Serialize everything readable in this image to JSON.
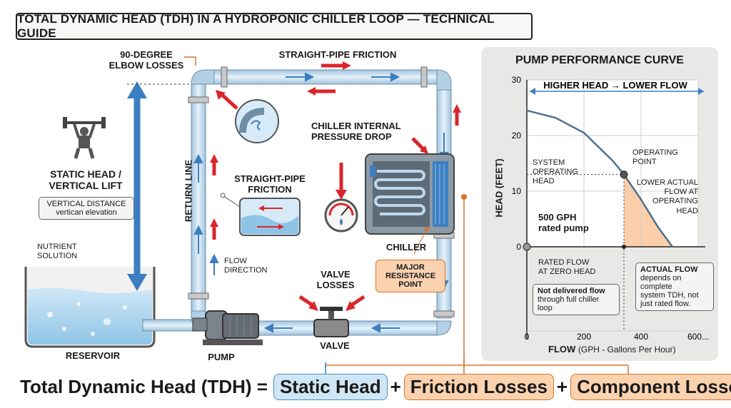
{
  "title": "TOTAL DYNAMIC HEAD (TDH) IN A HYDROPONIC CHILLER LOOP — TECHNICAL GUIDE",
  "labels": {
    "elbow": "90-DEGREE\nELBOW LOSSES",
    "straight_top": "STRAIGHT-PIPE FRICTION",
    "straight_mid": "STRAIGHT-PIPE\nFRICTION",
    "chiller_drop": "CHILLER INTERNAL\nPRESSURE DROP",
    "static_head": "STATIC HEAD /\nVERTICAL LIFT",
    "vertical_note": "VERTICAL DISTANCE\nvertican elevation",
    "return_line": "RETURN LINE",
    "flow_direction": "FLOW\nDIRECTION",
    "nutrient": "NUTRIENT\nSOLUTION",
    "reservoir": "RESERVOIR",
    "pump": "PUMP",
    "valve_losses": "VALVE\nLOSSES",
    "valve": "VALVE",
    "chiller": "CHILLER",
    "major_resistance": "MAJOR\nRESISTANCE\nPOINT"
  },
  "equation": {
    "lhs": "Total Dynamic Head (TDH) =",
    "term1": "Static Head",
    "plus1": "+",
    "term2": "Friction Losses",
    "plus2": "+",
    "term3": "Component Losses"
  },
  "chart_data": {
    "type": "line",
    "title": "PUMP PERFORMANCE CURVE",
    "xlabel": "FLOW",
    "xlabel_unit": "(GPH - Gallons Per Hour)",
    "ylabel": "HEAD (FEET)",
    "xlim": [
      0,
      600
    ],
    "ylim": [
      0,
      30
    ],
    "x_ticks": [
      "0",
      "200",
      "400",
      "600..."
    ],
    "y_ticks": [
      "0",
      "10",
      "20",
      "30"
    ],
    "grid": true,
    "series": [
      {
        "x": [
          0,
          100,
          200,
          300,
          340,
          400,
          460,
          510
        ],
        "y": [
          24.5,
          23.2,
          20.5,
          15.5,
          13,
          8.5,
          3.5,
          0
        ]
      }
    ],
    "operating_point": {
      "x": 340,
      "y": 13
    },
    "zero_head_point": {
      "x": 0,
      "y": 0
    },
    "banner": {
      "left": "HIGHER HEAD",
      "right": "LOWER FLOW"
    },
    "annotations": {
      "system_head": "SYSTEM\nOPERATING\nHEAD",
      "operating_point": "OPERATING\nPOINT",
      "lower_actual": "LOWER ACTUAL\nFLOW AT\nOPERATING\nHEAD",
      "rated_pump": "500 GPH\nrated pump",
      "rated_flow": "RATED FLOW\nAT ZERO HEAD",
      "not_delivered_bold": "Not delivered flow",
      "not_delivered_rest": "through full chiller\nloop",
      "actual_flow_bold": "ACTUAL FLOW",
      "actual_flow_rest": "depends on\ncomplete\nsystem TDH, not\njust rated flow."
    },
    "colors": {
      "curve": "#4f6f8f",
      "fill": "#f9c9a0",
      "axis": "#222222"
    }
  },
  "colors": {
    "pipe": "#cfe3f1",
    "pipe_edge": "#6f8ea6",
    "red_arrow": "#d9262c",
    "blue_arrow": "#3c7fc0",
    "orange": "#d8742a"
  }
}
